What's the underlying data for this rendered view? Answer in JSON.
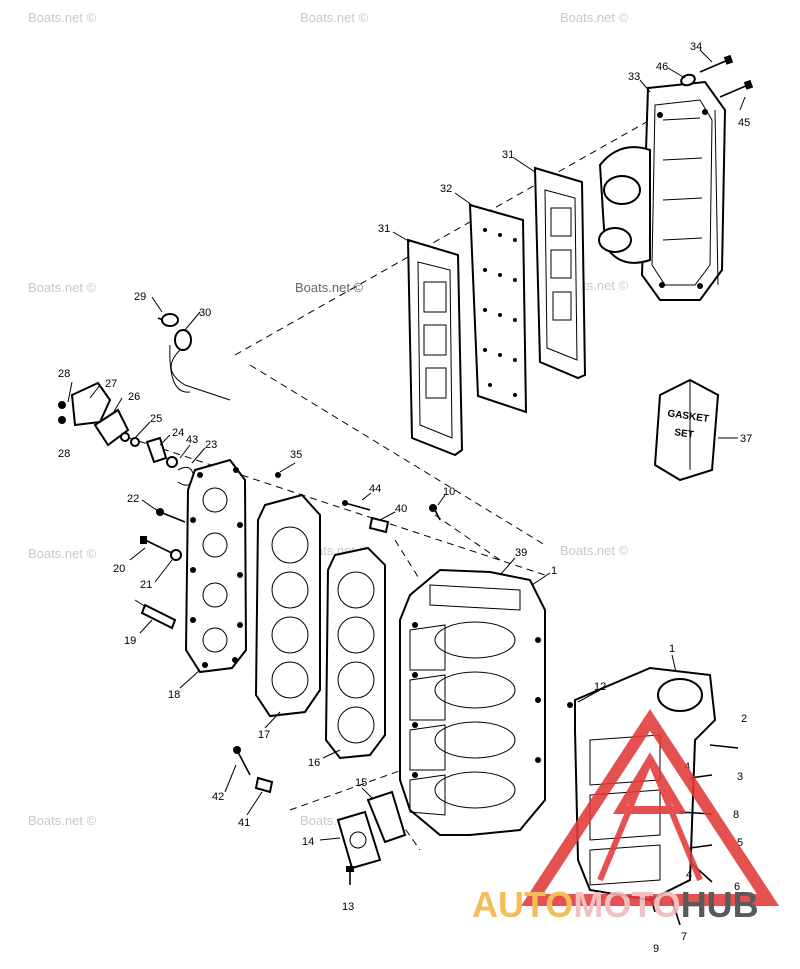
{
  "watermarks": {
    "text": "Boats.net",
    "copyright": "©"
  },
  "gasket_box": {
    "line1": "GASKET",
    "line2": "SET"
  },
  "callouts": {
    "c1a": "1",
    "c1b": "1",
    "c2": "2",
    "c3": "3",
    "c4a": "4",
    "c4b": "4",
    "c5": "5",
    "c6": "6",
    "c7": "7",
    "c8": "8",
    "c9": "9",
    "c10": "10",
    "c12": "12",
    "c13": "13",
    "c14": "14",
    "c15": "15",
    "c16": "16",
    "c17": "17",
    "c18": "18",
    "c19": "19",
    "c20": "20",
    "c21": "21",
    "c22": "22",
    "c23": "23",
    "c24": "24",
    "c25": "25",
    "c26": "26",
    "c27": "27",
    "c28a": "28",
    "c28b": "28",
    "c29": "29",
    "c30": "30",
    "c31a": "31",
    "c31b": "31",
    "c32": "32",
    "c33": "33",
    "c34": "34",
    "c35": "35",
    "c37": "37",
    "c39": "39",
    "c40": "40",
    "c41": "41",
    "c42": "42",
    "c43": "43",
    "c44": "44",
    "c45": "45",
    "c46": "46"
  },
  "logo": {
    "part1": "AUTO",
    "part2": "MOTO",
    "part3": "HUB",
    "color_auto": "#f2b640",
    "color_moto": "#f0b8b8",
    "color_hub": "#444444",
    "color_triangle": "#e23a3a"
  }
}
